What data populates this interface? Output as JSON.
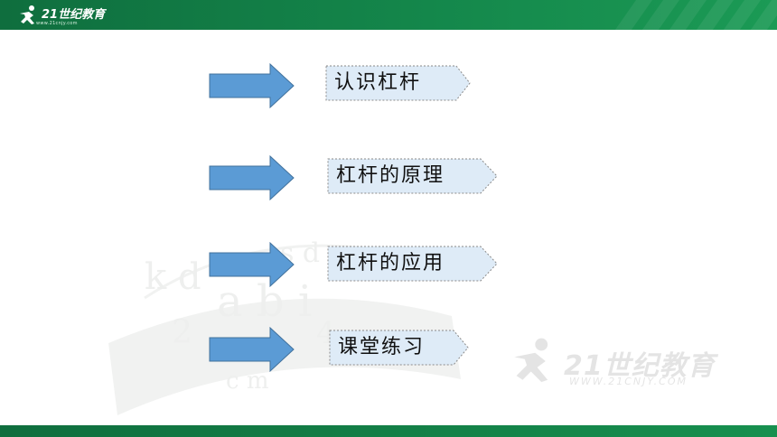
{
  "header": {
    "logo_text": "21世纪教育",
    "logo_url": "www.21cnjy.com"
  },
  "menu": {
    "items": [
      {
        "label": "认识杠杆"
      },
      {
        "label": "杠杆的原理"
      },
      {
        "label": "杠杆的应用"
      },
      {
        "label": "课堂练习"
      }
    ]
  },
  "watermark": {
    "text": "21世纪教育",
    "url": "WWW.21CNJY.COM"
  },
  "colors": {
    "header_green": "#14874b",
    "arrow_fill": "#5b9bd5",
    "arrow_stroke": "#41719c",
    "label_fill": "#deebf7",
    "label_border": "#8a8a8a"
  }
}
